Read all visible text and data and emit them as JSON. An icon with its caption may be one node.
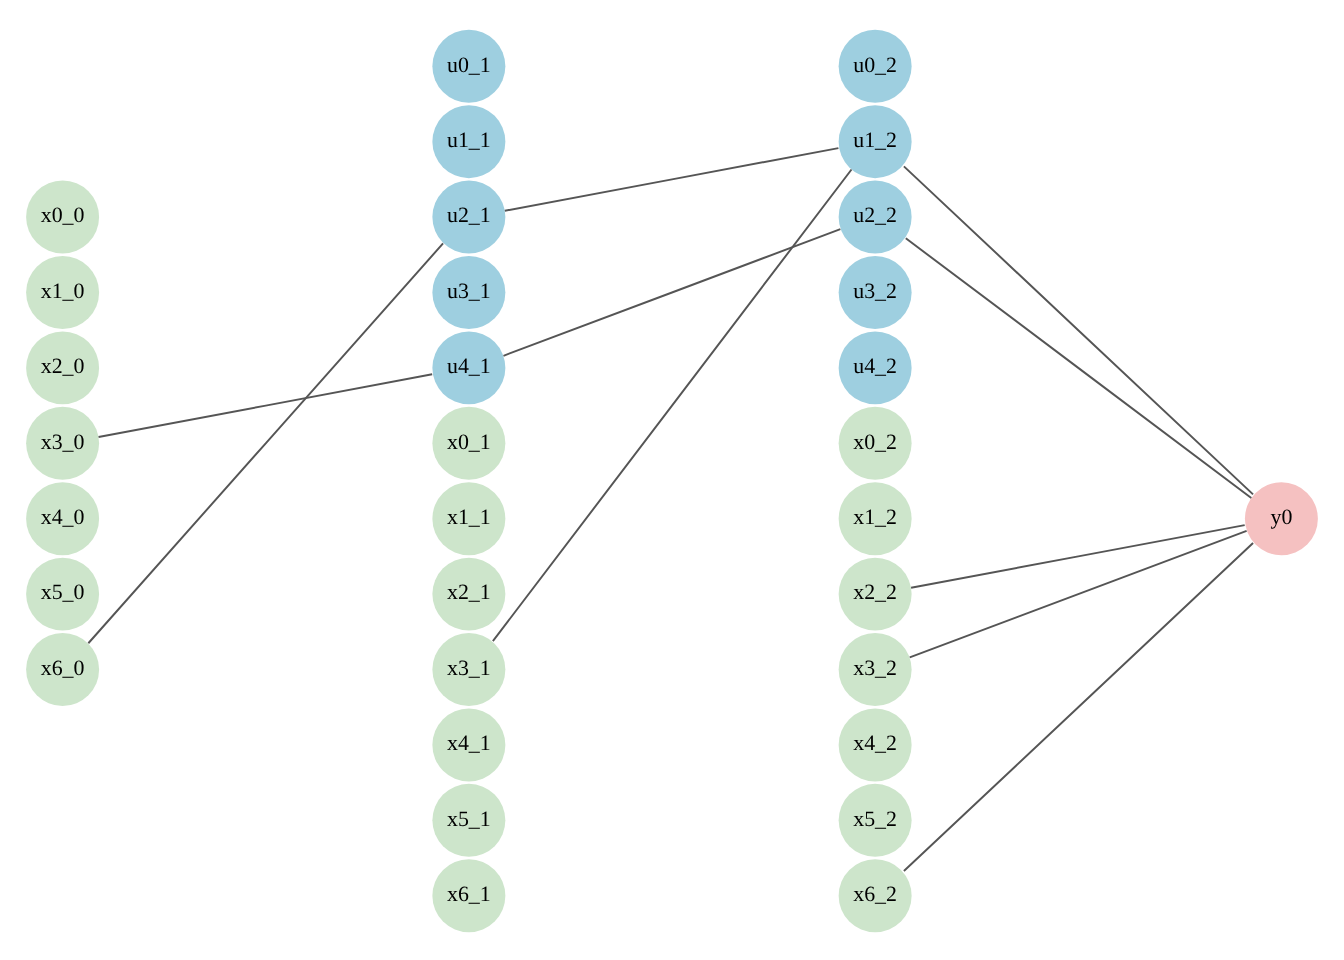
{
  "diagram": {
    "nodes": [
      {
        "text": [
          "x0_0"
        ]
      },
      {
        "text": [
          "x1_0"
        ]
      },
      {
        "text": [
          "x2_0"
        ]
      },
      {
        "text": [
          "x3_0"
        ]
      },
      {
        "text": [
          "x4_0"
        ]
      },
      {
        "text": [
          "x5_0"
        ]
      },
      {
        "text": [
          "x6_0"
        ]
      },
      {
        "text": [
          "u0_1"
        ]
      },
      {
        "text": [
          "u1_1"
        ]
      },
      {
        "text": [
          "u2_1"
        ]
      },
      {
        "text": [
          "u3_1"
        ]
      },
      {
        "text": [
          "u4_1"
        ]
      },
      {
        "text": [
          "x0_1"
        ]
      },
      {
        "text": [
          "x1_1"
        ]
      },
      {
        "text": [
          "x2_1"
        ]
      },
      {
        "text": [
          "x3_1"
        ]
      },
      {
        "text": [
          "x4_1"
        ]
      },
      {
        "text": [
          "x5_1"
        ]
      },
      {
        "text": [
          "x6_1"
        ]
      },
      {
        "text": [
          "u0_2"
        ]
      },
      {
        "text": [
          "u1_2"
        ]
      },
      {
        "text": [
          "u2_2"
        ]
      },
      {
        "text": [
          "u3_2"
        ]
      },
      {
        "text": [
          "u4_2"
        ]
      },
      {
        "text": [
          "x0_2"
        ]
      },
      {
        "text": [
          "x1_2"
        ]
      },
      {
        "text": [
          "x2_2"
        ]
      },
      {
        "text": [
          "x3_2"
        ]
      },
      {
        "text": [
          "x4_2"
        ]
      },
      {
        "text": [
          "x5_2"
        ]
      },
      {
        "text": [
          "x6_2"
        ]
      },
      {
        "text": [
          "y0"
        ]
      }
    ],
    "edges": [
      {
        "from": 3,
        "to": 11,
        "arrow": "none"
      },
      {
        "from": 6,
        "to": 9,
        "arrow": "none"
      },
      {
        "from": 9,
        "to": 20,
        "arrow": "none"
      },
      {
        "from": 11,
        "to": 21,
        "arrow": "none"
      },
      {
        "from": 15,
        "to": 20,
        "arrow": "none"
      },
      {
        "from": 20,
        "to": 31,
        "arrow": "none"
      },
      {
        "from": 21,
        "to": 31,
        "arrow": "none"
      },
      {
        "from": 26,
        "to": 31,
        "arrow": "none"
      },
      {
        "from": 27,
        "to": 31,
        "arrow": "none"
      },
      {
        "from": 30,
        "to": 31,
        "arrow": "none"
      }
    ]
  }
}
